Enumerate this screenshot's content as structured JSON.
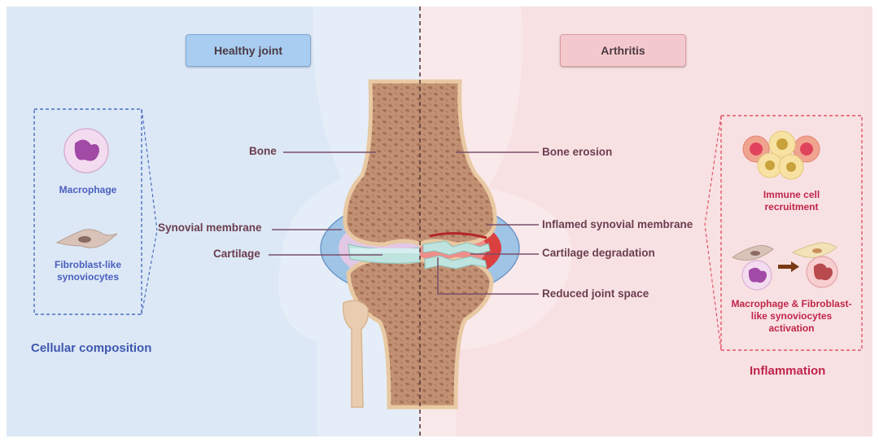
{
  "panels": {
    "healthy": {
      "title": "Healthy joint"
    },
    "arthritis": {
      "title": "Arthritis"
    }
  },
  "left_labels": {
    "bone": "Bone",
    "synovial_membrane": "Synovial membrane",
    "cartilage": "Cartilage"
  },
  "right_labels": {
    "bone_erosion": "Bone erosion",
    "inflamed_synovial_membrane": "Inflamed synovial membrane",
    "cartilage_degradation": "Cartilage degradation",
    "reduced_joint_space": "Reduced joint space"
  },
  "cellular": {
    "macrophage": "Macrophage",
    "fibroblast_line1": "Fibroblast-like",
    "fibroblast_line2": "synoviocytes",
    "caption": "Cellular composition"
  },
  "inflammation": {
    "immune_line1": "Immune cell",
    "immune_line2": "recruitment",
    "activation_line1": "Macrophage & Fibroblast-",
    "activation_line2": "like synoviocytes",
    "activation_line3": "activation",
    "caption": "Inflammation"
  },
  "colors": {
    "healthy_bg": "#dce8f5",
    "arthritis_bg": "#f8e1e3",
    "healthy_title_bg": "#a9cdf0",
    "arthritis_title_bg": "#f4c9cd",
    "bone": "#c89a78",
    "cartilage": "#bfe3df",
    "inflamed": "#d9403f",
    "blue_text": "#3f58b0",
    "red_text": "#c0264a"
  }
}
